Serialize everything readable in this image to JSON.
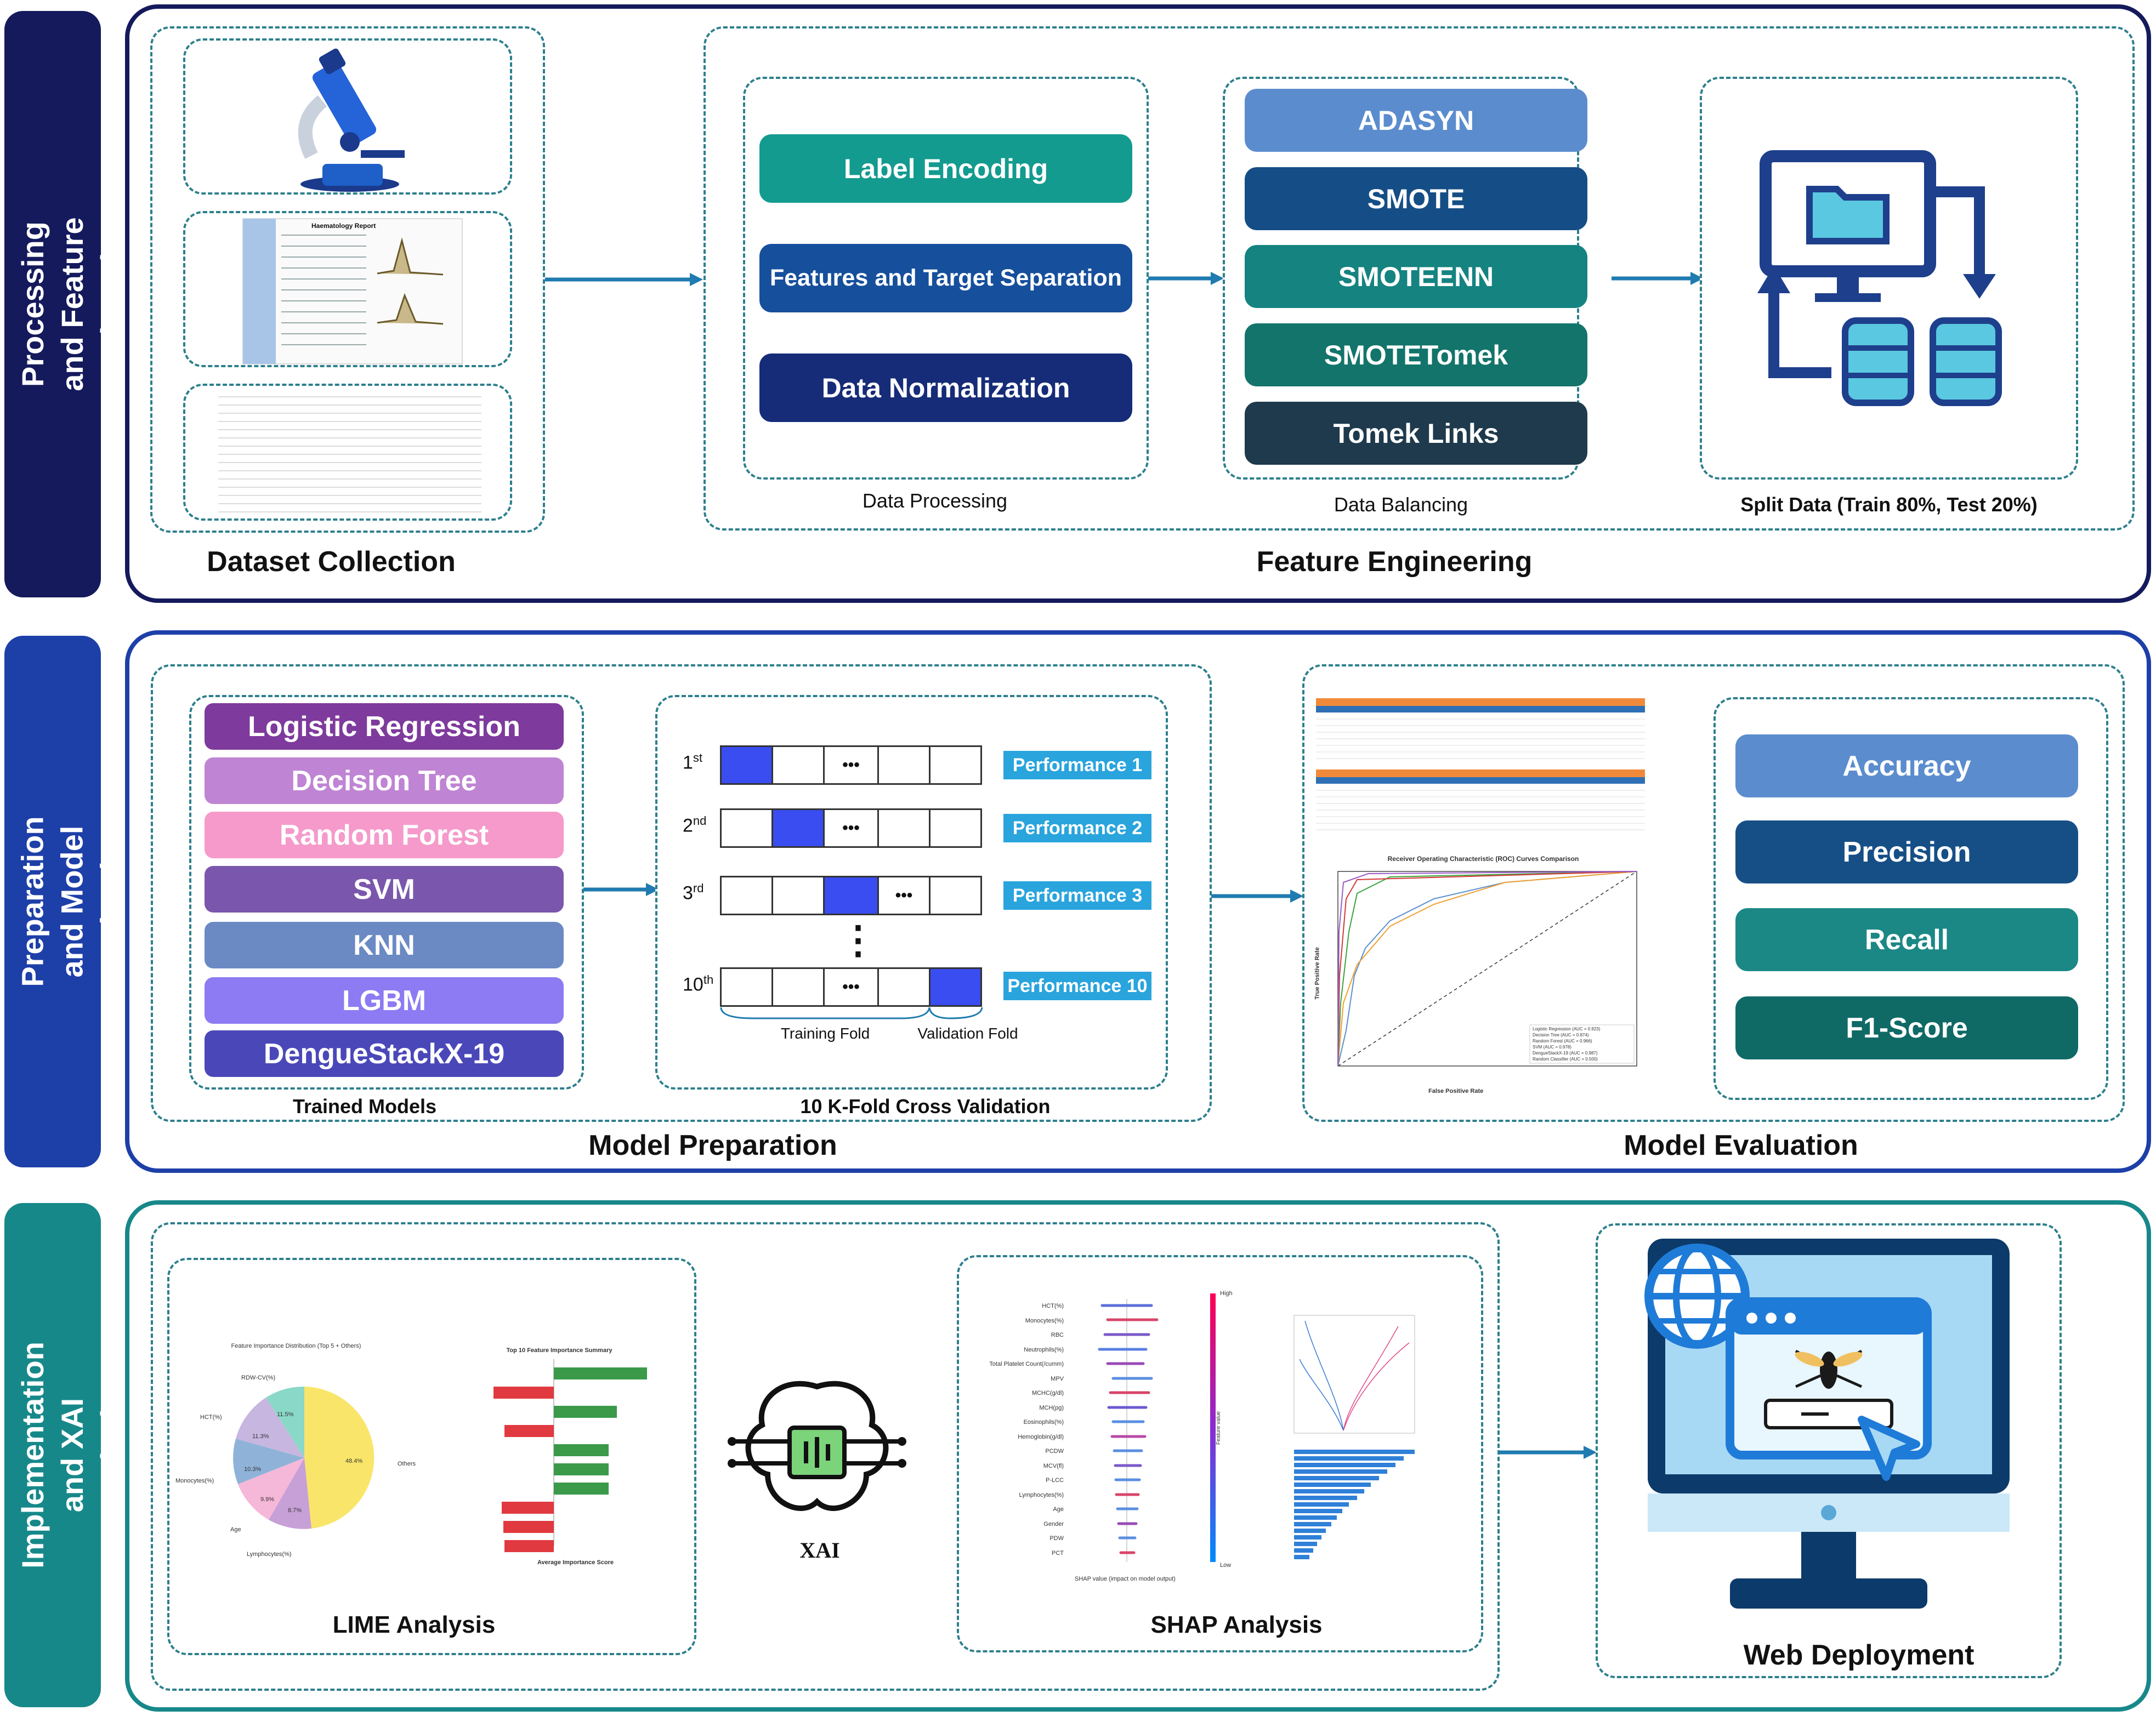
{
  "sidebars": {
    "row1": "Data Processing and Feature Engineering",
    "row2": "Model Preparation and Model Evaluation",
    "row3": "Model Implementation and XAI Analysis"
  },
  "row1": {
    "dataset_caption": "Dataset Collection",
    "report_title": "Haematology Report",
    "processing_steps": [
      "Label Encoding",
      "Features and Target Separation",
      "Data Normalization"
    ],
    "processing_caption": "Data Processing",
    "balancing_methods": [
      "ADASYN",
      "SMOTE",
      "SMOTEENN",
      "SMOTETomek",
      "Tomek Links"
    ],
    "balancing_caption": "Data Balancing",
    "split_caption": "Split Data (Train 80%, Test 20%)",
    "section_label": "Feature Engineering"
  },
  "row2": {
    "models": [
      "Logistic Regression",
      "Decision Tree",
      "Random Forest",
      "SVM",
      "KNN",
      "LGBM",
      "DengueStackX-19"
    ],
    "models_caption": "Trained Models",
    "folds": [
      {
        "ord": "1",
        "sup": "st",
        "perf": "Performance 1"
      },
      {
        "ord": "2",
        "sup": "nd",
        "perf": "Performance 2"
      },
      {
        "ord": "3",
        "sup": "rd",
        "perf": "Performance 3"
      },
      {
        "ord": "10",
        "sup": "th",
        "perf": "Performance 10"
      }
    ],
    "ellipsis": "•••",
    "vertical_ellipsis": "⋮",
    "training_fold": "Training Fold",
    "validation_fold": "Validation Fold",
    "kfold_caption": "10 K-Fold Cross Validation",
    "roc_title": "Receiver Operating Characteristic (ROC) Curves Comparison",
    "roc_xlabel": "False Positive Rate",
    "roc_ylabel": "True Positive Rate",
    "roc_legend": [
      "Logistic Regression (AUC = 0.923)",
      "Decision Tree (AUC = 0.874)",
      "Random Forest (AUC = 0.966)",
      "SVM (AUC = 0.978)",
      "DengueStackX-19 (AUC = 0.987)",
      "Random Classifier (AUC = 0.500)"
    ],
    "metrics": [
      "Accuracy",
      "Precision",
      "Recall",
      "F1-Score"
    ],
    "section_label_left": "Model Preparation",
    "section_label_right": "Model Evaluation"
  },
  "row3": {
    "pie_title": "Feature Importance Distribution (Top 5 + Others)",
    "pie_labels": [
      "Others",
      "RDW-CV(%)",
      "HCT(%)",
      "Monocytes(%)",
      "Age",
      "Lymphocytes(%)"
    ],
    "pie_values": [
      "48.4%",
      "11.5%",
      "11.3%",
      "10.3%",
      "9.9%",
      "8.7%"
    ],
    "bar_title": "Top 10 Feature Importance Summary",
    "bar_xlabel": "Average Importance Score",
    "lime_caption": "LIME Analysis",
    "xai_label": "XAI",
    "shap_features": [
      "HCT(%)",
      "Monocytes(%)",
      "RBC",
      "Neutrophils(%)",
      "Total Platelet Count(/cumm)",
      "MPV",
      "MCHC(g/dl)",
      "MCH(pg)",
      "Eosinophils(%)",
      "Hemoglobin(g/dl)",
      "PCDW",
      "MCV(fl)",
      "P-LCC",
      "Lymphocytes(%)",
      "Age",
      "Gender",
      "PDW",
      "PCT"
    ],
    "shap_xlabel": "SHAP value (impact on model output)",
    "shap_high": "High",
    "shap_low": "Low",
    "shap_feature_value": "Feature value",
    "shap_caption": "SHAP Analysis",
    "web_caption": "Web Deployment"
  },
  "colors": {
    "navy": "#141a5c",
    "blue_border": "#1d3fa8",
    "teal": "#17888a",
    "processing": [
      "#139b8f",
      "#164f9c",
      "#162c78"
    ],
    "balancing": [
      "#5b8dce",
      "#154e86",
      "#158380",
      "#13746b",
      "#1e3a4c"
    ],
    "models": [
      "#7e3a9c",
      "#bf84d3",
      "#f59acb",
      "#7a57ac",
      "#6b8ac4",
      "#8c7bf2",
      "#4a48b9"
    ],
    "metrics": [
      "#5b8dce",
      "#164f86",
      "#1b8886",
      "#0f6a66"
    ]
  }
}
